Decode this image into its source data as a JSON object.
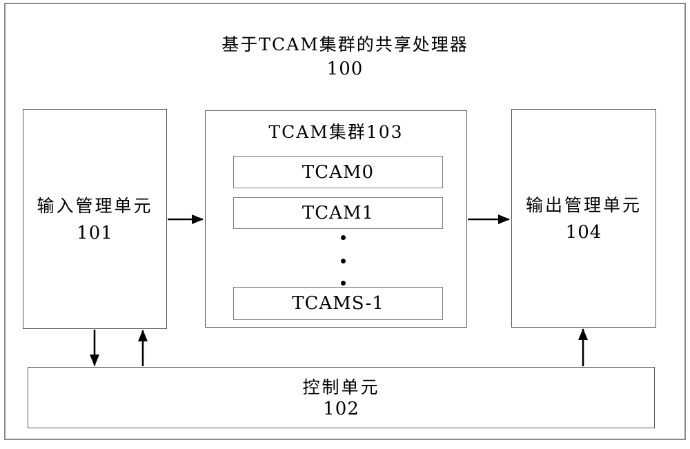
{
  "figure": {
    "title": "基于TCAM集群的共享处理器",
    "number": "100"
  },
  "input_unit": {
    "label": "输入管理单元",
    "number": "101"
  },
  "tcam_cluster": {
    "title": "TCAM集群103",
    "members": [
      "TCAM0",
      "TCAM1",
      "TCAMS-1"
    ]
  },
  "output_unit": {
    "label": "输出管理单元",
    "number": "104"
  },
  "control_unit": {
    "label": "控制单元",
    "number": "102"
  },
  "colors": {
    "background": "#ffffff",
    "outer_border": "#8a8a8a",
    "box_border": "#555555",
    "inner_box_border": "#7a7a7a",
    "text": "#000000",
    "arrow": "#000000"
  }
}
